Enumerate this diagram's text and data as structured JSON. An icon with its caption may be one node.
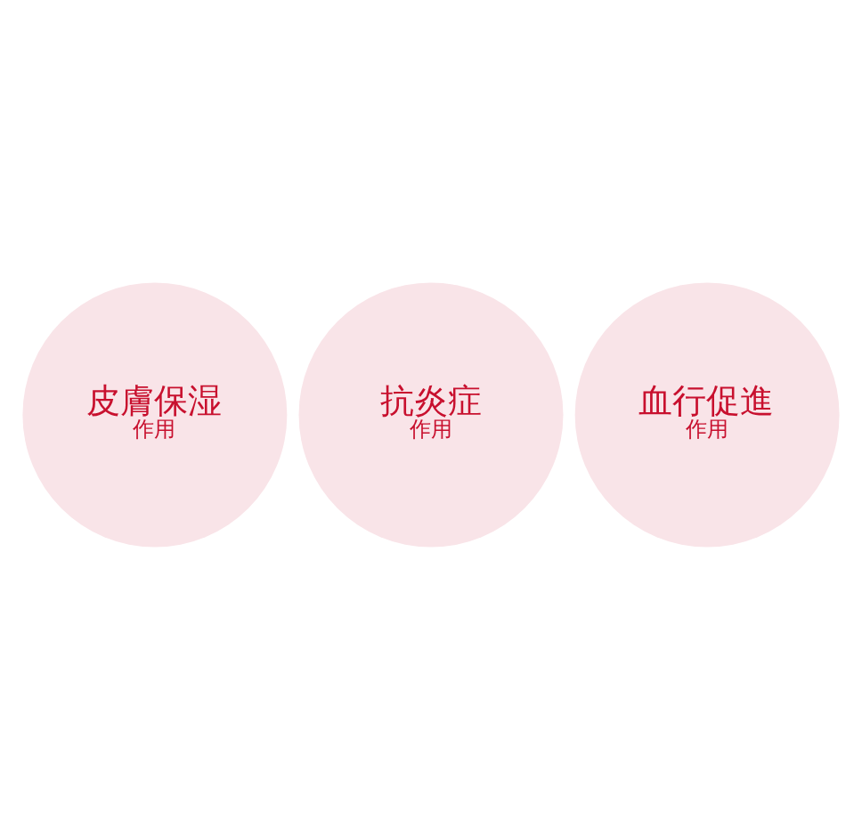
{
  "diagram": {
    "nodes": [
      {
        "text": [
          "皮膚保湿",
          "作用"
        ]
      },
      {
        "text": [
          "抗炎症",
          "作用"
        ]
      },
      {
        "text": [
          "血行促進",
          "作用"
        ]
      }
    ]
  }
}
